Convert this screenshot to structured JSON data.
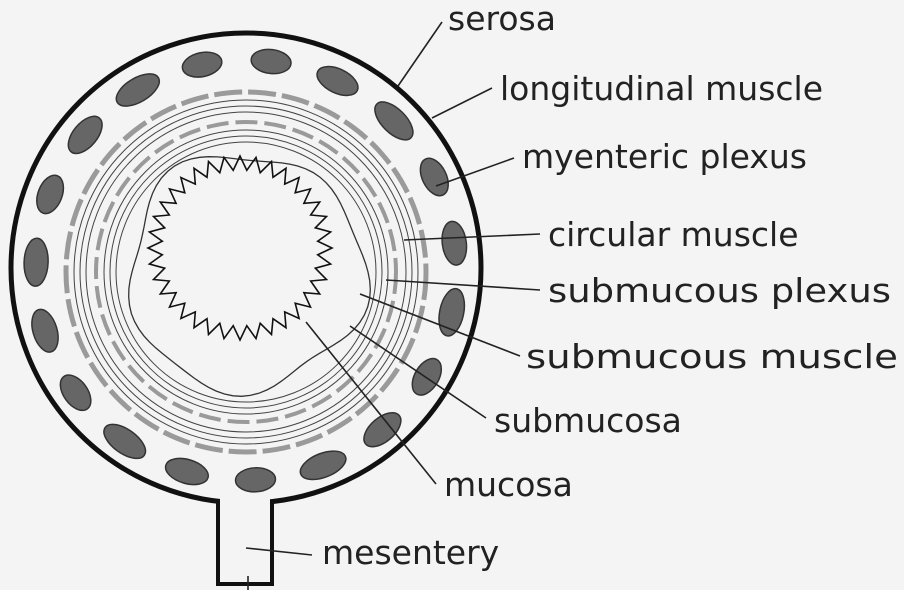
{
  "labels": {
    "serosa": "serosa",
    "longitudinal_muscle": "longitudinal muscle",
    "myenteric_plexus": "myenteric plexus",
    "circular_muscle": "circular muscle",
    "submucous_plexus": "submucous plexus",
    "submucous_muscle": "submucous muscle",
    "submucosa": "submucosa",
    "mucosa": "mucosa",
    "mesentery": "mesentery"
  },
  "colors": {
    "background": "#f4f4f4",
    "outline": "#111111",
    "ganglia": "#666666",
    "muscle_band": "#9a9a9a",
    "fine_line": "#444444"
  }
}
